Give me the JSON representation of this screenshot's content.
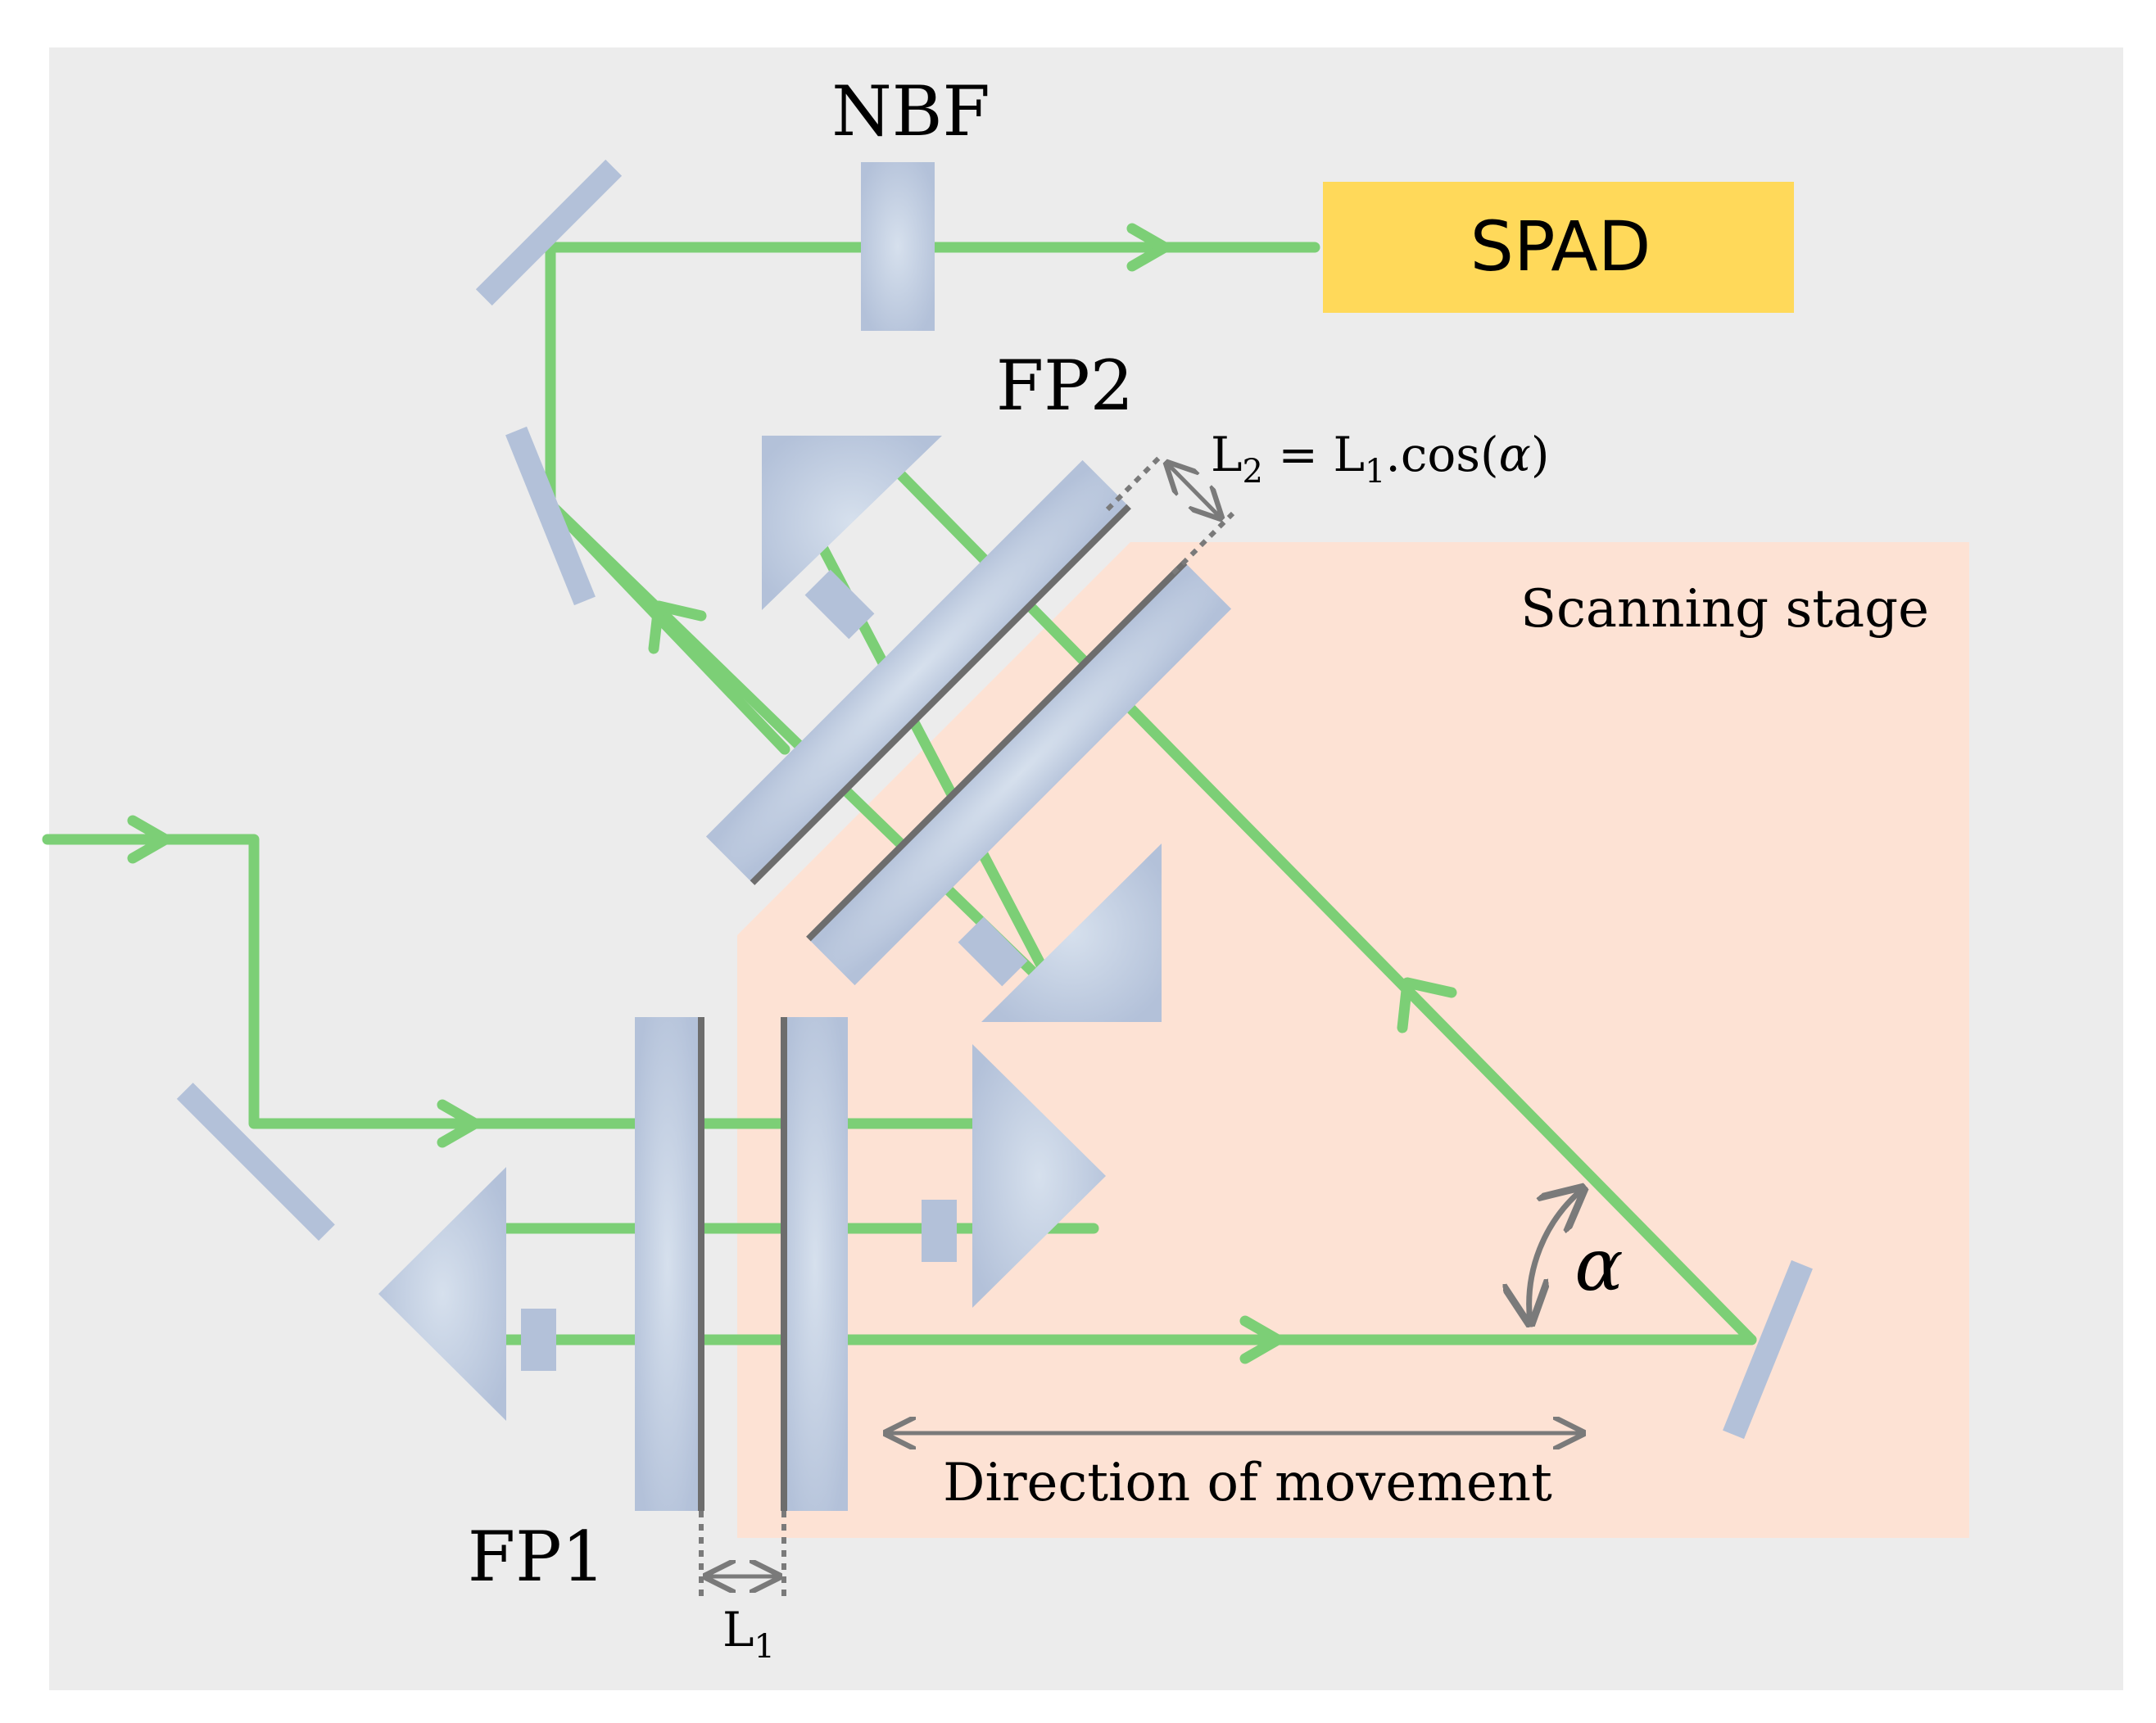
{
  "labels": {
    "nbf": "NBF",
    "spad": "SPAD",
    "fp2": "FP2",
    "fp1": "FP1",
    "l2_formula_L": "L",
    "l2_formula_sub": "2",
    "l2_formula_eq": " = L",
    "l2_formula_sub1": "1",
    "l2_formula_cos": ".cos(",
    "l2_formula_alpha": "α",
    "l2_formula_close": ")",
    "scanning_stage": "Scanning stage",
    "direction_of_movement": "Direction of movement",
    "alpha": "α",
    "l1_L": "L",
    "l1_sub": "1"
  },
  "colors": {
    "background": "#ececec",
    "beam": "#7ccf76",
    "optic": "#b3c1d9",
    "optic_highlight": "#d4deeb",
    "stage": "#fde2d4",
    "spad_fill": "#ffd95a",
    "coating": "#6d6d6d",
    "dim_arrow": "#7a7a7a"
  }
}
